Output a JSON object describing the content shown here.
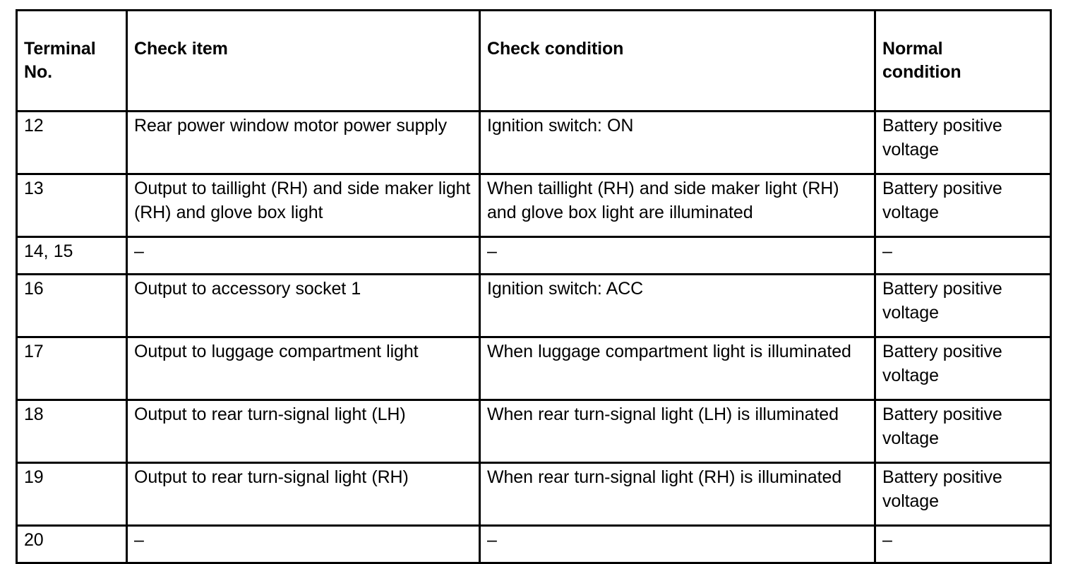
{
  "table": {
    "columns": [
      {
        "key": "terminal_no",
        "header": "Terminal\nNo."
      },
      {
        "key": "check_item",
        "header": "Check item"
      },
      {
        "key": "check_condition",
        "header": "Check condition"
      },
      {
        "key": "normal_condition",
        "header": "Normal\ncondition"
      }
    ],
    "rows": [
      {
        "terminal_no": "12",
        "check_item": "Rear power window motor power supply",
        "check_condition": "Ignition switch: ON",
        "normal_condition": "Battery positive voltage"
      },
      {
        "terminal_no": "13",
        "check_item": "Output to taillight (RH) and side maker light (RH) and glove box light",
        "check_condition": "When taillight (RH) and side maker light (RH) and glove box light are illuminated",
        "normal_condition": "Battery positive voltage"
      },
      {
        "terminal_no": "14, 15",
        "check_item": "–",
        "check_condition": "–",
        "normal_condition": "–"
      },
      {
        "terminal_no": "16",
        "check_item": "Output to accessory socket 1",
        "check_condition": "Ignition switch: ACC",
        "normal_condition": "Battery positive voltage"
      },
      {
        "terminal_no": "17",
        "check_item": "Output to luggage compartment light",
        "check_condition": "When luggage compartment light is illuminated",
        "normal_condition": "Battery positive voltage"
      },
      {
        "terminal_no": "18",
        "check_item": "Output to rear turn-signal light (LH)",
        "check_condition": "When rear turn-signal light (LH) is illuminated",
        "normal_condition": "Battery positive voltage"
      },
      {
        "terminal_no": "19",
        "check_item": "Output to rear turn-signal light (RH)",
        "check_condition": "When rear turn-signal light (RH) is illuminated",
        "normal_condition": "Battery positive voltage"
      },
      {
        "terminal_no": "20",
        "check_item": "–",
        "check_condition": "–",
        "normal_condition": "–"
      }
    ]
  },
  "style": {
    "border_color": "#000000",
    "text_color": "#000000",
    "background": "#ffffff"
  }
}
